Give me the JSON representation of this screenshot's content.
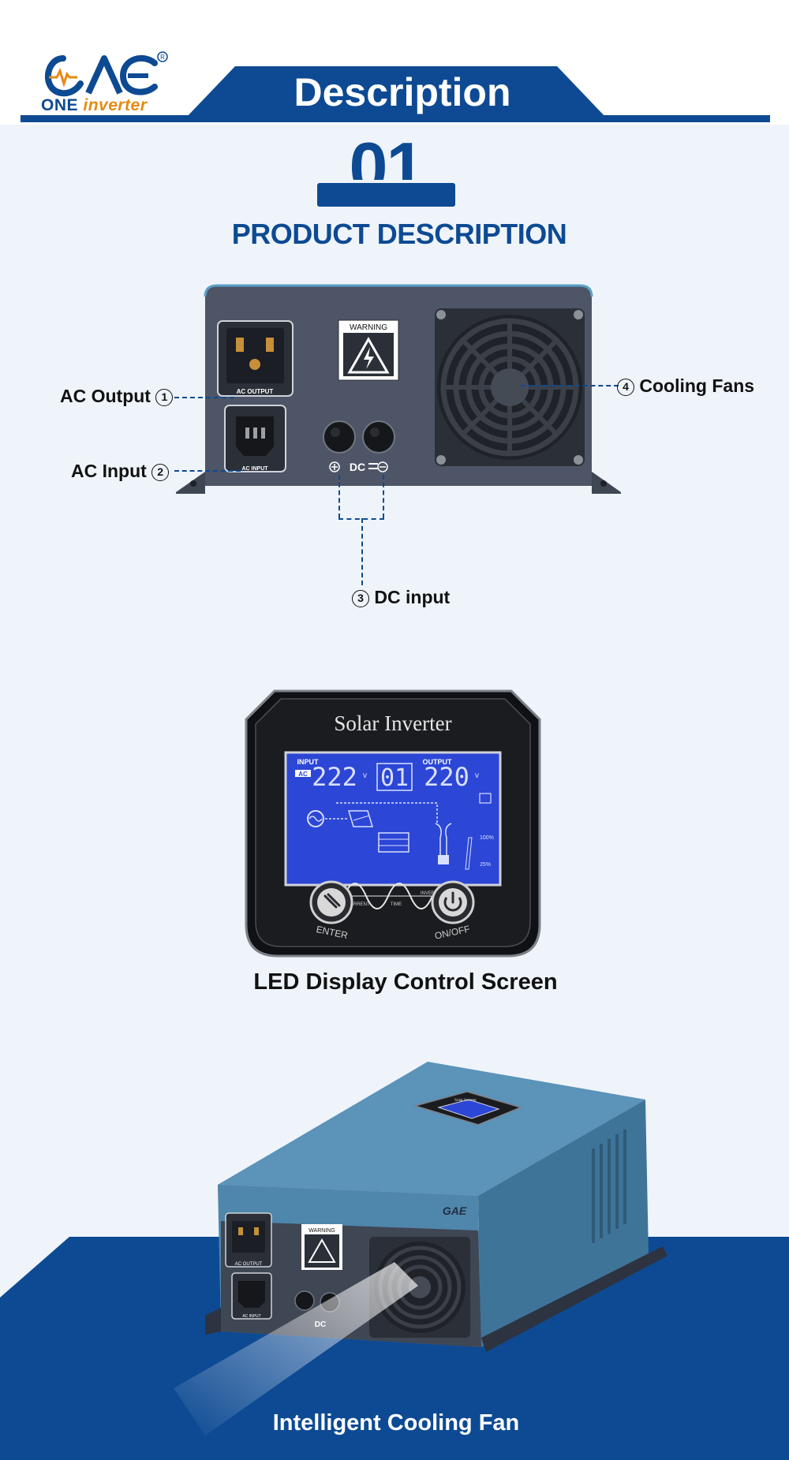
{
  "header": {
    "title": "Description",
    "logo_brand": "ONE",
    "logo_sub": "inverter",
    "logo_mark": "GAE"
  },
  "section": {
    "number": "01",
    "title": "PRODUCT DESCRIPTION"
  },
  "rear_panel": {
    "callouts": {
      "ac_output": "AC Output",
      "ac_output_num": "1",
      "ac_input": "AC Input",
      "ac_input_num": "2",
      "dc_input": "DC input",
      "dc_input_num": "3",
      "cooling_fans": "Cooling Fans",
      "cooling_fans_num": "4"
    },
    "labels": {
      "warning": "WARNING",
      "ac_output_port": "AC OUTPUT",
      "ac_input_port": "AC INPUT",
      "dc": "DC"
    }
  },
  "display": {
    "brand": "Solar Inverter",
    "input_label": "INPUT",
    "output_label": "OUTPUT",
    "ac_tag": "AC",
    "input_value": "222",
    "mode_value": "01",
    "output_value": "220",
    "unit": "v",
    "load_full": "100%",
    "load_low": "25%",
    "current_label": "CURRENT",
    "time_label": "TIME",
    "inverter_label": "INVERTER",
    "enter_label": "ENTER",
    "power_label": "ON/OFF",
    "caption": "LED Display Control Screen"
  },
  "unit_3d": {
    "caption": "Intelligent Cooling Fan",
    "warning": "WARNING",
    "ac_output_port": "AC OUTPUT",
    "ac_input_port": "AC INPUT",
    "dc": "DC",
    "mini_brand": "Solar Inverter"
  },
  "colors": {
    "brand_blue": "#0d4a93",
    "accent_orange": "#e58a14",
    "lcd_blue": "#2c46d6",
    "housing_blue": "#4f86ab"
  }
}
